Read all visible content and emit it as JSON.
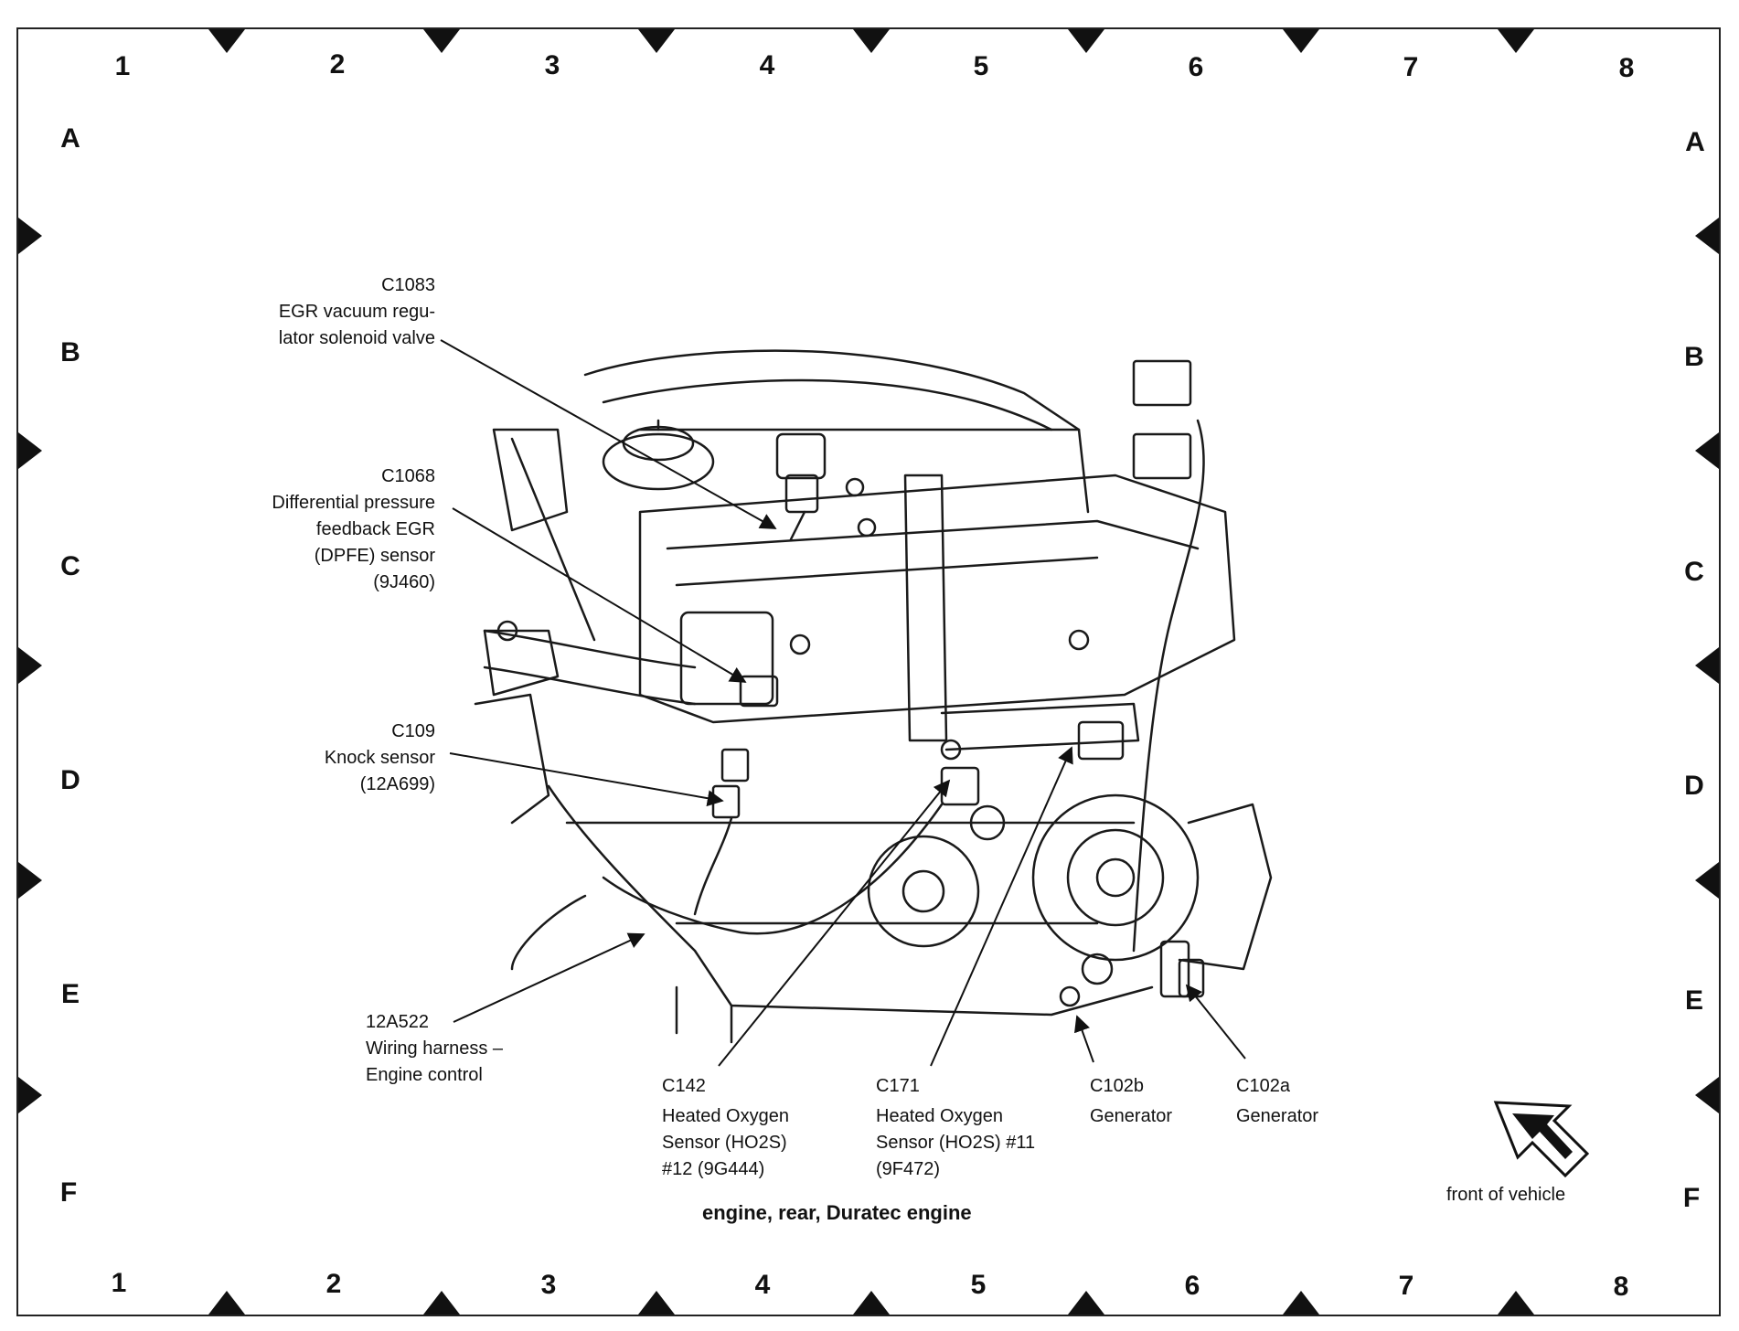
{
  "grid": {
    "columns": [
      "1",
      "2",
      "3",
      "4",
      "5",
      "6",
      "7",
      "8"
    ],
    "rows": [
      "A",
      "B",
      "C",
      "D",
      "E",
      "F"
    ]
  },
  "labels": {
    "c1083": {
      "id": "C1083",
      "lines": [
        "EGR vacuum regu-",
        "lator solenoid valve"
      ]
    },
    "c1068": {
      "id": "C1068",
      "lines": [
        "Differential pressure",
        "feedback EGR",
        "(DPFE) sensor",
        "(9J460)"
      ]
    },
    "c109": {
      "id": "C109",
      "lines": [
        "Knock sensor",
        "(12A699)"
      ]
    },
    "harness": {
      "id": "12A522",
      "lines": [
        "Wiring harness –",
        "Engine control"
      ]
    },
    "c142": {
      "id": "C142",
      "lines": [
        "Heated Oxygen",
        "Sensor (HO2S)",
        "#12 (9G444)"
      ]
    },
    "c171": {
      "id": "C171",
      "lines": [
        "Heated Oxygen",
        "Sensor (HO2S) #11",
        "(9F472)"
      ]
    },
    "c102b": {
      "id": "C102b",
      "lines": [
        "Generator"
      ]
    },
    "c102a": {
      "id": "C102a",
      "lines": [
        "Generator"
      ]
    }
  },
  "caption": "engine, rear, Duratec engine",
  "front_of_vehicle": "front of vehicle"
}
